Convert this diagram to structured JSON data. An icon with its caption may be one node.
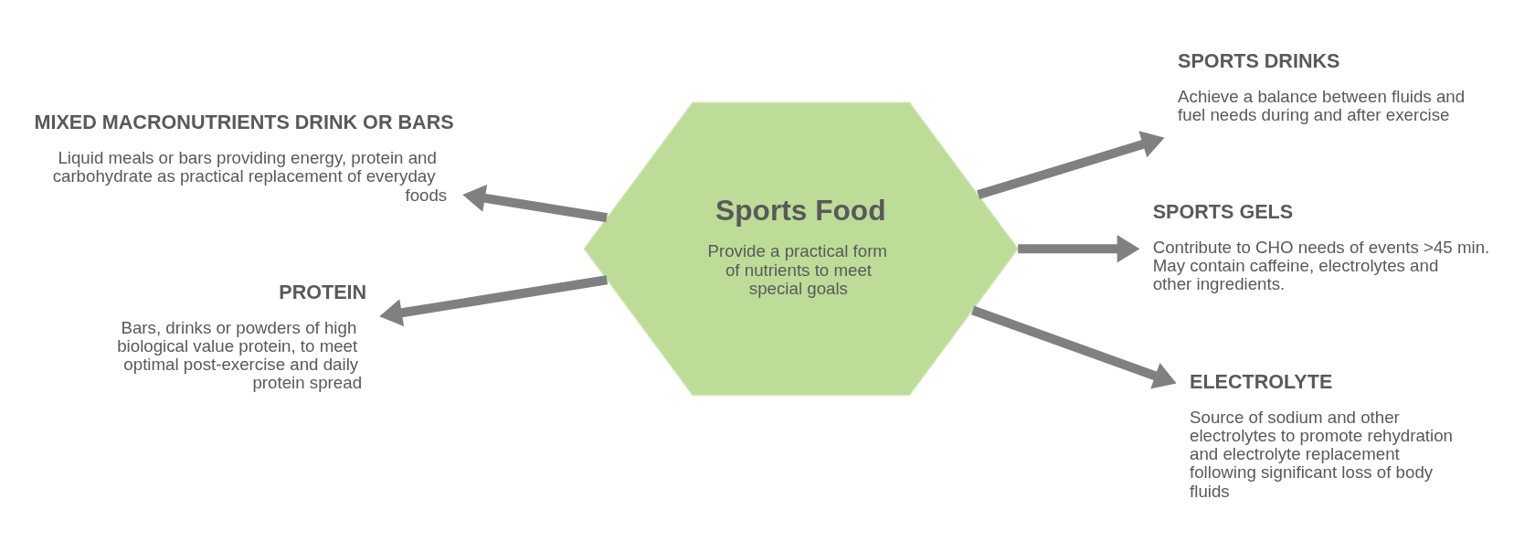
{
  "diagram": {
    "nodes": [
      {
        "text": [
          "Sports Food",
          "Provide a practical form of nutrients to meet special goals"
        ]
      },
      {
        "text": [
          "MIXED MACRONUTRIENTS DRINK OR BARS",
          "Liquid meals or bars providing energy, protein and carbohydrate as practical replacement of everyday foods"
        ]
      },
      {
        "text": [
          "SPORTS DRINKS",
          "Achieve a balance between fluids and fuel needs during and after exercise"
        ]
      },
      {
        "text": [
          "SPORTS GELS",
          "Contribute to CHO needs of events >45 min. May contain caffeine, electrolytes and other ingredients."
        ]
      },
      {
        "text": [
          "PROTEIN",
          "Bars, drinks or powders of high biological value protein, to meet optimal post-exercise and daily protein spread"
        ]
      },
      {
        "text": [
          "ELECTROLYTE",
          "Source of sodium and other electrolytes to promote rehydration and electrolyte replacement following significant loss of body fluids"
        ]
      }
    ],
    "edges": [
      {
        "from": 0,
        "to": 1,
        "arrow": "to"
      },
      {
        "from": 0,
        "to": 2,
        "arrow": "to"
      },
      {
        "from": 0,
        "to": 3,
        "arrow": "to"
      },
      {
        "from": 0,
        "to": 4,
        "arrow": "to"
      },
      {
        "from": 0,
        "to": 5,
        "arrow": "to"
      }
    ]
  }
}
